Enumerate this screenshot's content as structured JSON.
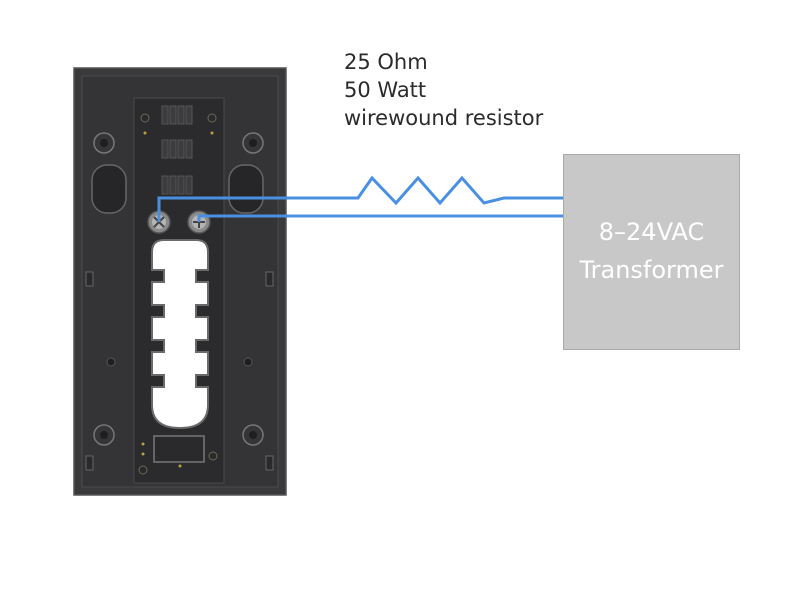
{
  "resistor": {
    "line1": "25 Ohm",
    "line2": "50 Watt",
    "line3": "wirewound resistor"
  },
  "transformer": {
    "line1": "8–24VAC",
    "line2": "Transformer"
  },
  "colors": {
    "wire": "#4a90e2",
    "device_body": "#3c3c3e",
    "device_inner": "#2a2a2c",
    "transformer_fill": "#c8c8c8",
    "transformer_border": "#a9a9a9"
  }
}
